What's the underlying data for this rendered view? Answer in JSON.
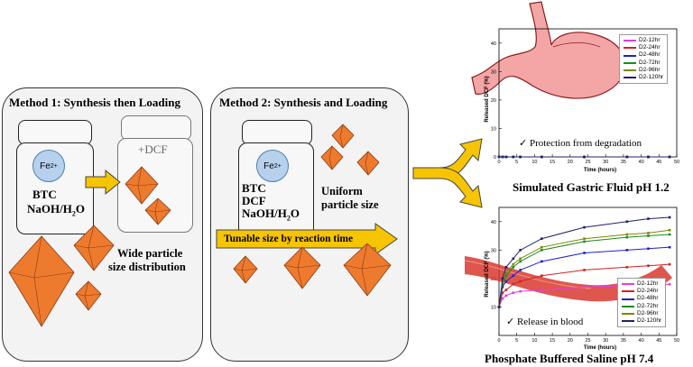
{
  "method1": {
    "title": "Method 1: Synthesis then Loading",
    "jar1_label1": "BTC",
    "jar1_label2": "NaOH/H",
    "jar1_label2_sub": "2",
    "jar1_label2_tail": "O",
    "jar2_label": "+DCF",
    "caption_line1": "Wide particle",
    "caption_line2": "size distribution"
  },
  "method2": {
    "title": "Method 2: Synthesis and Loading",
    "label1": "BTC",
    "label2": "DCF",
    "label3": "NaOH/H",
    "label3_sub": "2",
    "label3_tail": "O",
    "uniform_line1": "Uniform",
    "uniform_line2": "particle size",
    "arrow_text": "Tunable size by reaction time"
  },
  "fe_label": "Fe",
  "fe_sup": "2+",
  "colors": {
    "octahedron": "#ee7a2e",
    "arrow_yellow": "#f6c400",
    "stomach": "#f4a6a6",
    "vessel": "#d8382e"
  },
  "chart_data": [
    {
      "type": "line",
      "title": "Simulated Gastric Fluid pH 1.2",
      "xlabel": "Time (hours)",
      "ylabel": "Released DCF (%)",
      "xlim": [
        0,
        50
      ],
      "ylim": [
        0,
        45
      ],
      "xticks": [
        "0",
        "5",
        "10",
        "15",
        "20",
        "25",
        "30",
        "35",
        "40",
        "45",
        "50"
      ],
      "yticks": [
        "0",
        "10",
        "20",
        "30",
        "40"
      ],
      "annotation": "✓ Protection from degradation",
      "legend_position": "top-right",
      "x": [
        0,
        1,
        2,
        4,
        6,
        12,
        24,
        36,
        42,
        48
      ],
      "series": [
        {
          "name": "D2-12hr",
          "color": "#e040e0",
          "values": [
            0,
            0,
            0,
            0,
            0,
            0,
            0,
            0,
            0,
            0
          ]
        },
        {
          "name": "D2-24hr",
          "color": "#d42020",
          "values": [
            0,
            0,
            0,
            0,
            0,
            0,
            0,
            0,
            0,
            0
          ]
        },
        {
          "name": "D2-48hr",
          "color": "#2020c8",
          "values": [
            0,
            0,
            0,
            0,
            0,
            0,
            0,
            0,
            0,
            0
          ]
        },
        {
          "name": "D2-72hr",
          "color": "#1c8a1c",
          "values": [
            0,
            0,
            0,
            0,
            0,
            0,
            0,
            0,
            0,
            0
          ]
        },
        {
          "name": "D2-96hr",
          "color": "#7a8a00",
          "values": [
            0,
            0,
            0,
            0,
            0,
            0,
            0,
            0,
            0,
            0
          ]
        },
        {
          "name": "D2-120hr",
          "color": "#20206a",
          "values": [
            0,
            0,
            0,
            0,
            0,
            0,
            0,
            0,
            0,
            0
          ]
        }
      ]
    },
    {
      "type": "line",
      "title": "Phosphate Buffered Saline pH 7.4",
      "xlabel": "Time (hours)",
      "ylabel": "Released DCF (%)",
      "xlim": [
        0,
        50
      ],
      "ylim": [
        0,
        45
      ],
      "xticks": [
        "0",
        "5",
        "10",
        "15",
        "20",
        "25",
        "30",
        "35",
        "40",
        "45",
        "50"
      ],
      "yticks": [
        "10",
        "20",
        "30",
        "40"
      ],
      "annotation": "✓ Release in blood",
      "legend_position": "bottom-right",
      "x": [
        0,
        1,
        2,
        4,
        6,
        12,
        24,
        36,
        42,
        48
      ],
      "series": [
        {
          "name": "D2-12hr",
          "color": "#e040e0",
          "values": [
            10,
            13,
            14,
            15,
            15.5,
            16,
            17,
            17.5,
            17.8,
            18
          ]
        },
        {
          "name": "D2-24hr",
          "color": "#d42020",
          "values": [
            10,
            15,
            16,
            18,
            19,
            21,
            23,
            24,
            24.5,
            25
          ]
        },
        {
          "name": "D2-48hr",
          "color": "#2020c8",
          "values": [
            10,
            17,
            19,
            21,
            23,
            26,
            29,
            30,
            30.5,
            31
          ]
        },
        {
          "name": "D2-72hr",
          "color": "#1c8a1c",
          "values": [
            10,
            18,
            21,
            24,
            26,
            30,
            33,
            34.5,
            35,
            35.5
          ]
        },
        {
          "name": "D2-96hr",
          "color": "#7a8a00",
          "values": [
            10,
            19,
            22,
            25,
            27,
            31,
            34,
            35.5,
            36,
            37
          ]
        },
        {
          "name": "D2-120hr",
          "color": "#20206a",
          "values": [
            10,
            20,
            24,
            27,
            30,
            34,
            38,
            40,
            41,
            41.5
          ]
        }
      ]
    }
  ]
}
